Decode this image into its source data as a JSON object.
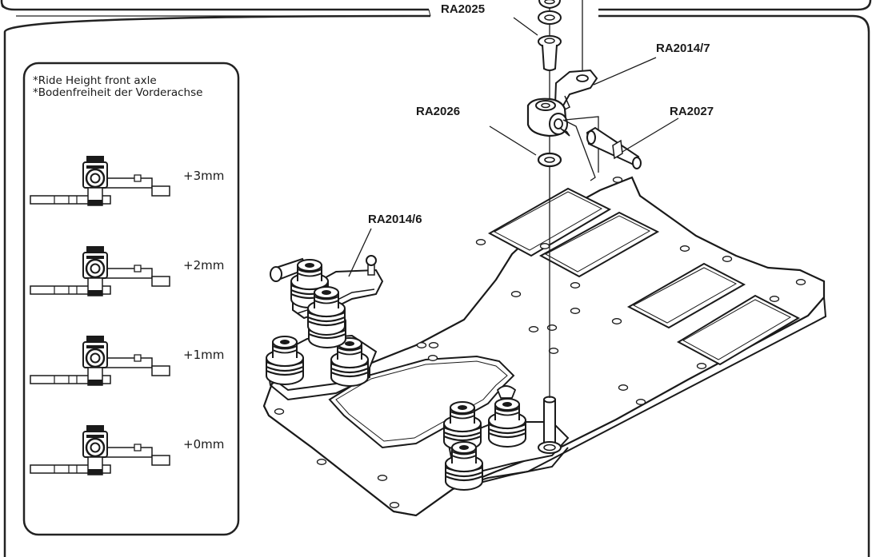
{
  "parts": {
    "ra2025": "RA2025",
    "ra2014_7": "RA2014/7",
    "ra2026": "RA2026",
    "ra2027": "RA2027",
    "ra2014_6": "RA2014/6"
  },
  "ride_height_box": {
    "caption_en": "*Ride Height front axle",
    "caption_de": "*Bodenfreiheit der Vorderachse",
    "settings": [
      "+3mm",
      "+2mm",
      "+1mm",
      "+0mm"
    ]
  },
  "colors": {
    "line": "#1a1a1a",
    "frame": "#222222",
    "background": "#ffffff"
  }
}
